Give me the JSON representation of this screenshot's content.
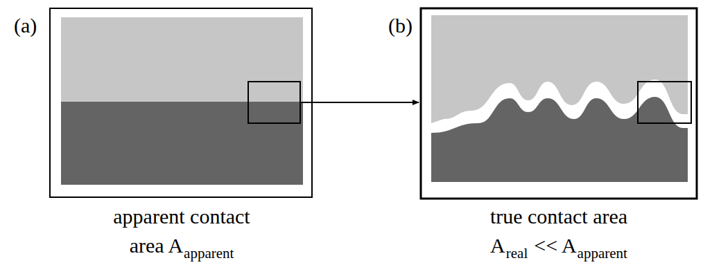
{
  "diagram": {
    "labels": [
      "(a)",
      "(b)",
      "apparent contact",
      "area A",
      "apparent",
      "true contact area",
      "A",
      "real",
      "<< A",
      "apparent"
    ]
  }
}
